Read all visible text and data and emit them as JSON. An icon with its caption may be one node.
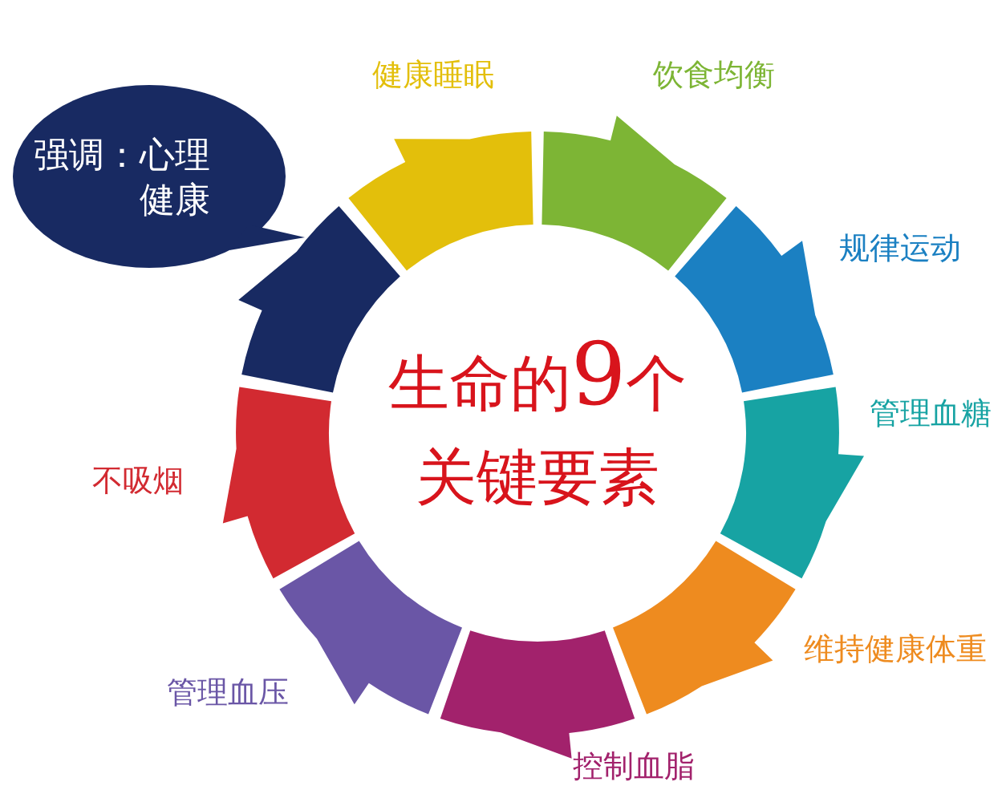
{
  "diagram": {
    "nodes": [
      {
        "text": [],
        "shape": "bar",
        "beside": [
          "健康睡眠"
        ]
      },
      {
        "text": [],
        "shape": "bar",
        "beside": [
          "饮食均衡"
        ]
      },
      {
        "text": [],
        "shape": "bar",
        "beside": [
          "规律运动"
        ]
      },
      {
        "text": [],
        "shape": "bar",
        "beside": [
          "管理血糖"
        ]
      },
      {
        "text": [],
        "shape": "bar",
        "beside": [
          "维持健康体重"
        ]
      },
      {
        "text": [],
        "shape": "bar",
        "beside": [
          "控制血脂"
        ]
      },
      {
        "text": [],
        "shape": "bar",
        "beside": [
          "管理血压"
        ]
      },
      {
        "text": [],
        "shape": "bar",
        "beside": [
          "不吸烟"
        ]
      },
      {
        "text": [],
        "shape": "bar"
      },
      {
        "text": [
          "强调：心理健康"
        ]
      }
    ],
    "labels": [
      "生命的9个",
      "关键要素"
    ]
  }
}
